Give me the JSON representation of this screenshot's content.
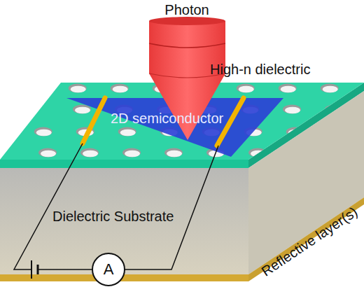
{
  "diagram": {
    "nodes": [
      {
        "text": [
          "A"
        ]
      }
    ],
    "labels": [
      "Photon",
      "High-n dielectric",
      "2D semiconductor",
      "Dielectric Substrate",
      "Reflective layer(s)"
    ]
  }
}
